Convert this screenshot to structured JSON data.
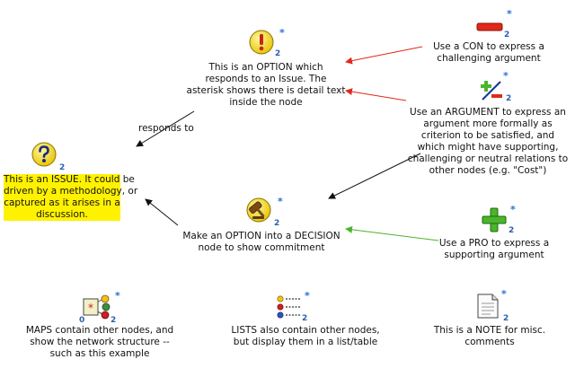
{
  "option_node": {
    "lines": [
      "This is an OPTION which",
      "responds to an Issue. The",
      "asterisk shows there is detail text",
      "inside the node"
    ],
    "star": "*",
    "count": "2"
  },
  "issue_node": {
    "lines": [
      "This is an ISSUE. It could be",
      "driven by a methodology, or",
      "captured as it arises in a",
      "discussion."
    ],
    "count": "2"
  },
  "link_label": "responds to",
  "con_node": {
    "lines": [
      "Use a CON to express a",
      "challenging argument"
    ],
    "star": "*",
    "count": "2"
  },
  "argument_node": {
    "lines": [
      "Use an ARGUMENT to express an",
      "argument more formally as",
      "criterion to be satisfied, and",
      "which might have supporting,",
      "challenging or neutral relations to",
      "other nodes (e.g. \"Cost\")"
    ],
    "star": "*",
    "count": "2"
  },
  "decision_node": {
    "lines": [
      "Make an OPTION into a DECISION",
      "node to show commitment"
    ],
    "star": "*",
    "count": "2"
  },
  "pro_node": {
    "lines": [
      "Use a PRO to express a",
      "supporting argument"
    ],
    "star": "*",
    "count": "2"
  },
  "map_node": {
    "lines": [
      "MAPS contain other nodes, and",
      "show the network structure --",
      "such as this example"
    ],
    "star": "*",
    "count_left": "0",
    "count": "2"
  },
  "list_node": {
    "lines": [
      "LISTS also contain other nodes,",
      "but display them in a list/table"
    ],
    "star": "*",
    "count": "2"
  },
  "note_node": {
    "lines": [
      "This is a NOTE for misc.",
      "comments"
    ],
    "star": "*",
    "count": "2"
  },
  "colors": {
    "con_arrow": "#e0291b",
    "pro_arrow": "#4ab52b",
    "default_arrow": "#111111",
    "highlight": "#fff200"
  },
  "icons": [
    "exclamation-icon",
    "question-icon",
    "minus-icon",
    "plus-minus-icon",
    "gavel-icon",
    "plus-icon",
    "map-icon",
    "list-icon",
    "note-icon"
  ]
}
